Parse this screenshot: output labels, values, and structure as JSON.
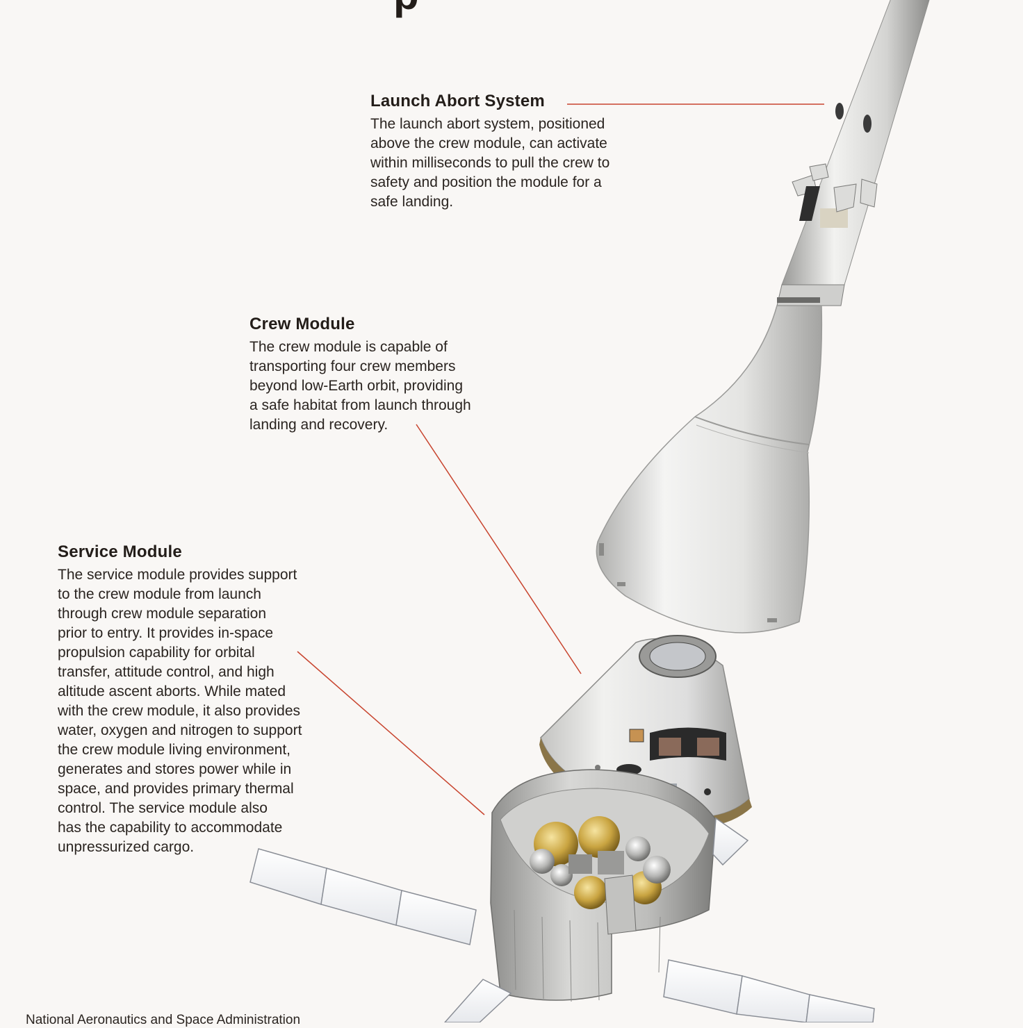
{
  "header": {
    "title_fragment": "p"
  },
  "launch_abort_system": {
    "title": "Launch Abort System",
    "description": "The launch abort system, positioned\nabove the crew module, can activate\nwithin milliseconds to pull the crew to\nsafety and position the module for a\nsafe landing."
  },
  "crew_module": {
    "title": "Crew Module",
    "description": "The crew module is capable of\ntransporting four crew members\nbeyond low-Earth orbit, providing\na safe habitat from launch through\nlanding and recovery."
  },
  "service_module": {
    "title": "Service Module",
    "description": "The service module provides support\nto the crew module from launch\nthrough crew module separation\nprior to entry. It provides in-space\npropulsion capability for orbital\ntransfer, attitude control, and high\naltitude ascent aborts. While mated\nwith the crew module, it also provides\nwater, oxygen and nitrogen to support\nthe crew module living environment,\ngenerates and stores power while in\nspace, and provides primary thermal\ncontrol. The service module also\nhas the capability to accommodate\nunpressurized cargo."
  },
  "footer": {
    "agency": "National Aeronautics and Space Administration"
  },
  "colors": {
    "background": "#f9f7f5",
    "leader_line": "#c8442e",
    "text": "#2a2420"
  }
}
